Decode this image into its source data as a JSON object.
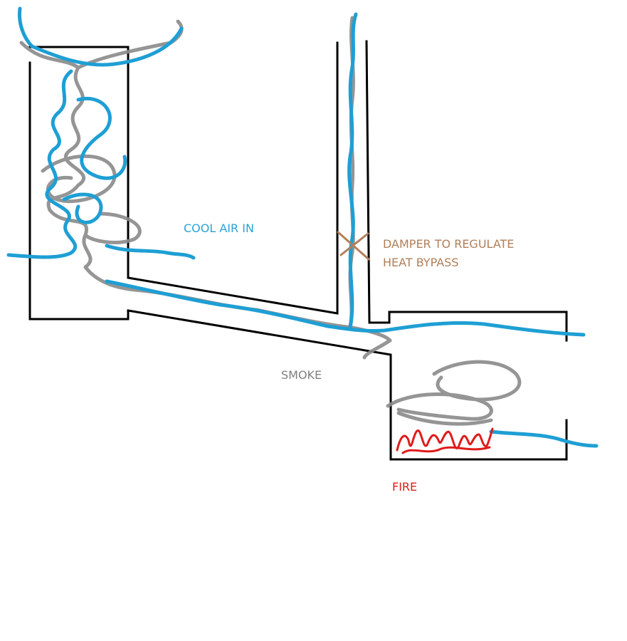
{
  "labels": {
    "cool_air_in": "COOL AIR IN",
    "damper": "DAMPER TO REGULATE\nHEAT BYPASS",
    "smoke": "SMOKE",
    "fire": "FIRE"
  },
  "colors": {
    "background": "#ffffff",
    "walls": "#000000",
    "air_flow": "#1e9fd4",
    "smoke_flow": "#8a8a8a",
    "damper": "#b07f5a",
    "fire": "#e01b1b",
    "cool_air_label": "#2ba3d6",
    "damper_label": "#b07f5a",
    "smoke_label": "#808080",
    "fire_label": "#e01b1b"
  },
  "icons": {
    "damper_marker": "x-mark-icon",
    "fire": "flame-scribble-icon"
  }
}
